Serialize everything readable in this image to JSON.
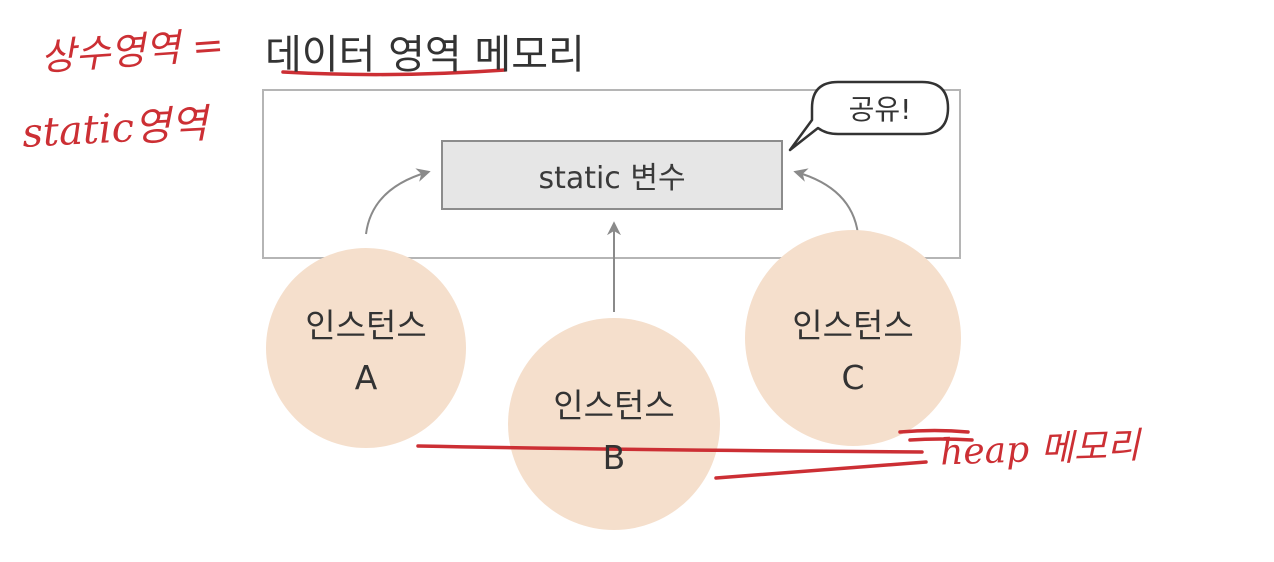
{
  "title": "데이터 영역 메모리",
  "static_box_label": "static 변수",
  "bubble_label": "공유!",
  "instances": [
    {
      "line1": "인스턴스",
      "line2": "A"
    },
    {
      "line1": "인스턴스",
      "line2": "B"
    },
    {
      "line1": "인스턴스",
      "line2": "C"
    }
  ],
  "annotations": {
    "constant_area": "상수영역 =",
    "static_area": "static영역",
    "heap_memory": "heap 메모리"
  },
  "colors": {
    "circle_fill": "#f5dfcc",
    "box_fill": "#e6e6e6",
    "arrow": "#8a8a8a",
    "handwriting": "#cc2f34"
  }
}
